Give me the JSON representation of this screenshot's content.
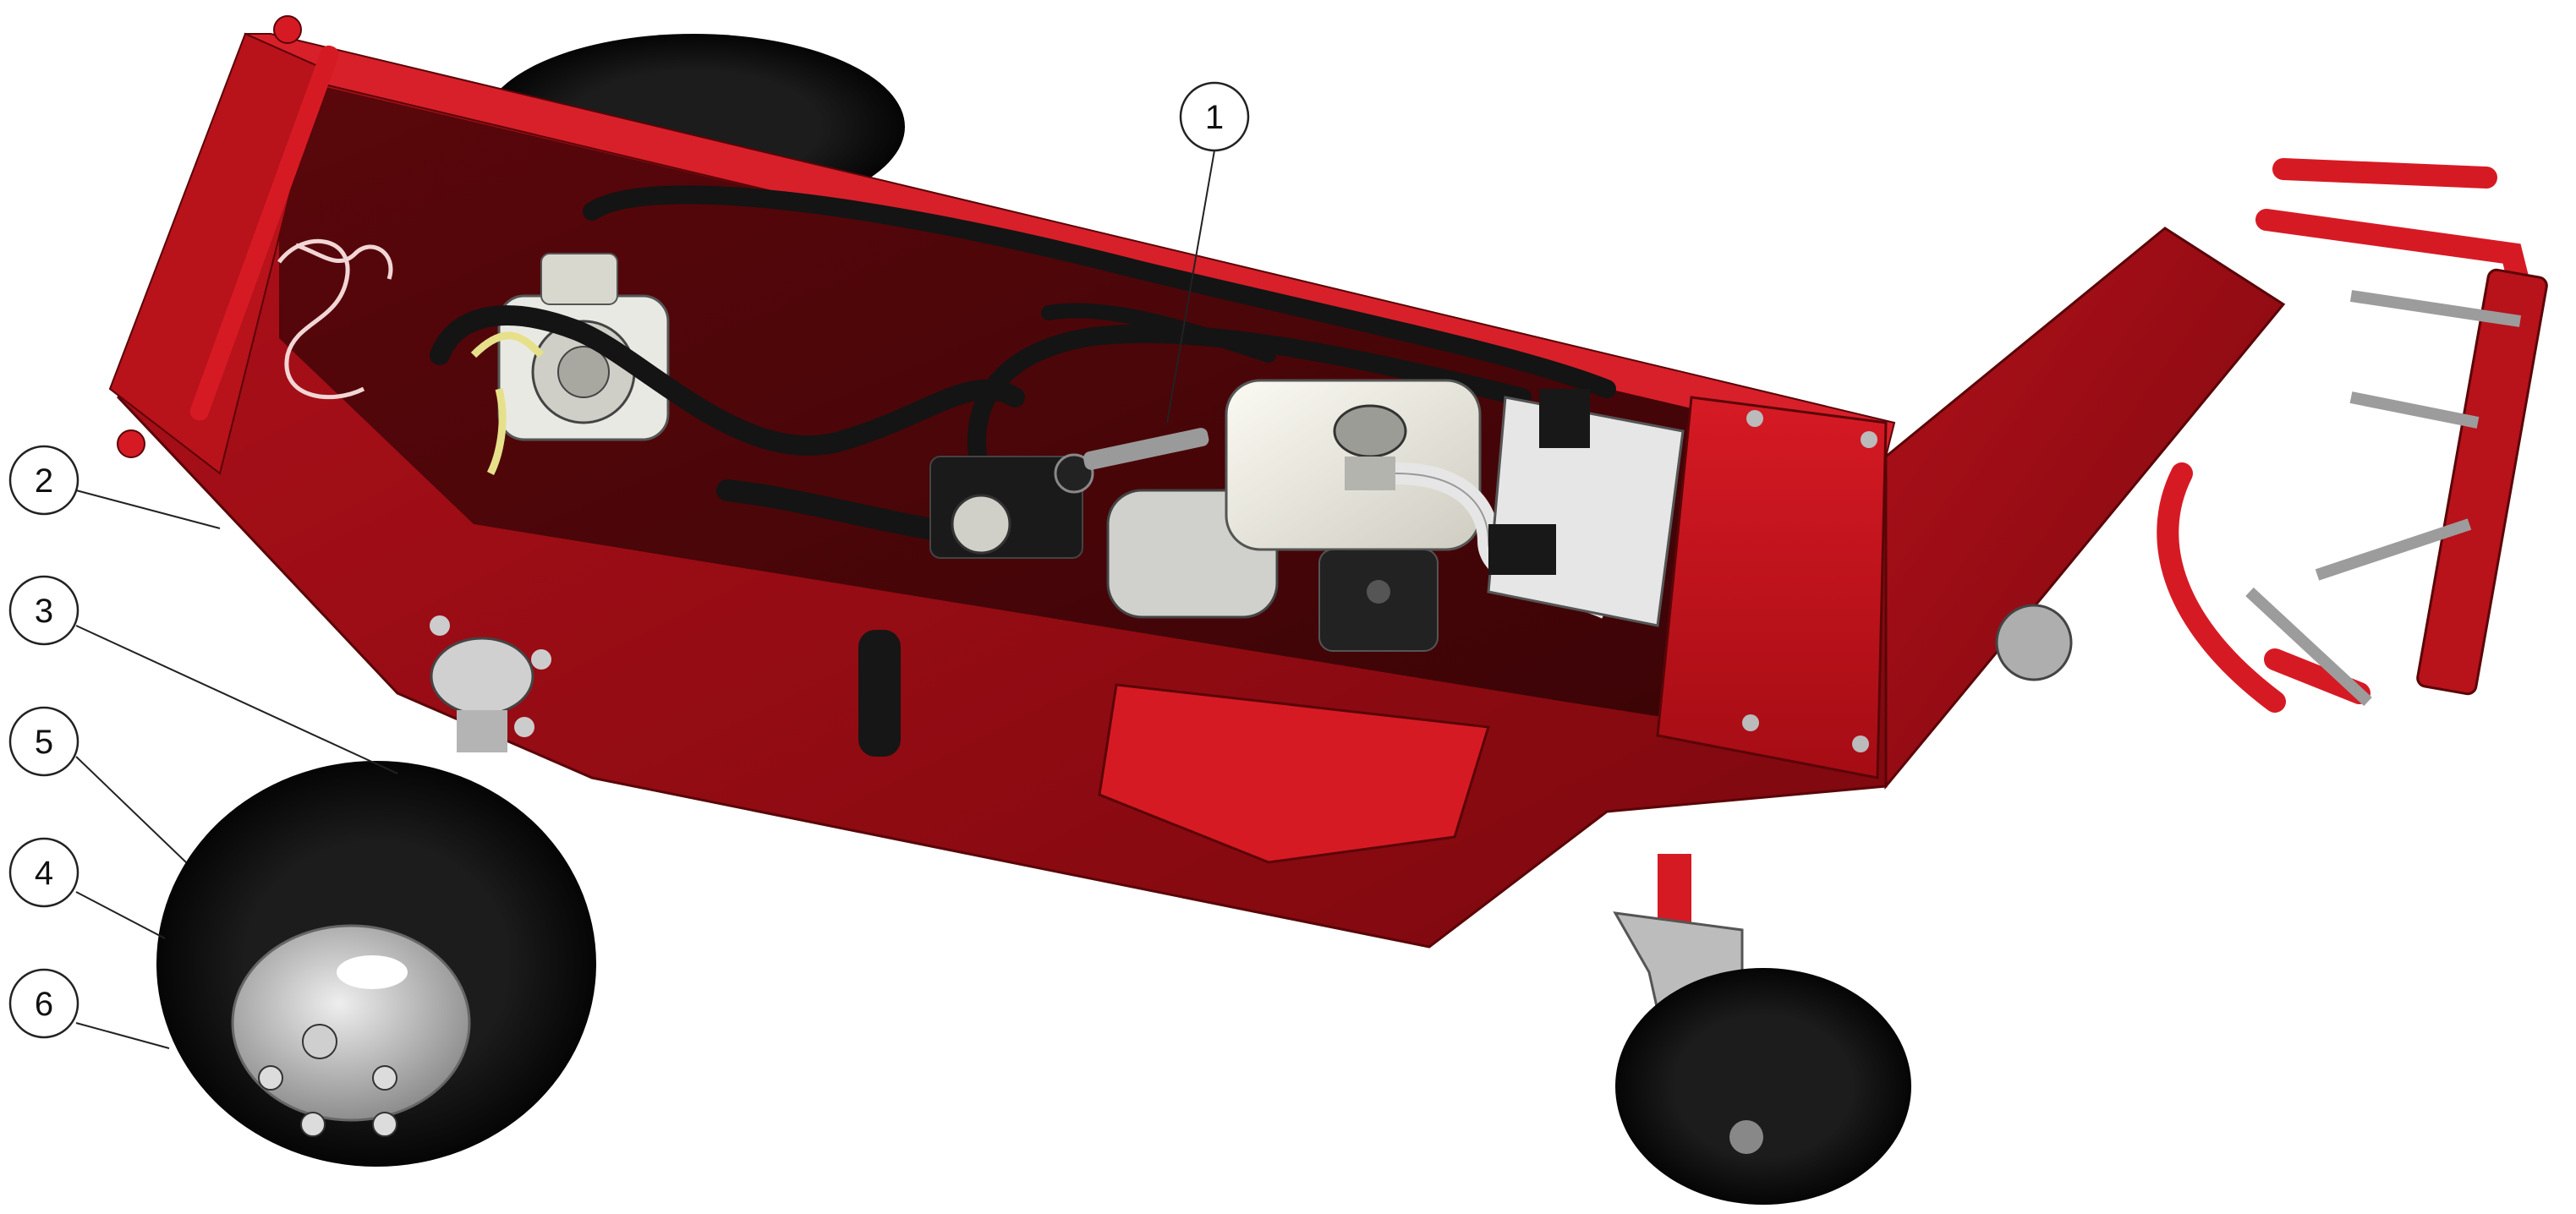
{
  "colors": {
    "frame_red": "#c8141e",
    "frame_dark": "#6e0a0e",
    "interior": "#4a0608",
    "tire": "#0c0c0c",
    "rim": "#c8c8c8",
    "engine_body": "#efeee6",
    "hose": "#141414",
    "bracket_grey": "#b7b7b7"
  },
  "callouts": [
    {
      "id": "1",
      "label": "1"
    },
    {
      "id": "2",
      "label": "2"
    },
    {
      "id": "3",
      "label": "3"
    },
    {
      "id": "4",
      "label": "4"
    },
    {
      "id": "5",
      "label": "5"
    },
    {
      "id": "6",
      "label": "6"
    }
  ]
}
